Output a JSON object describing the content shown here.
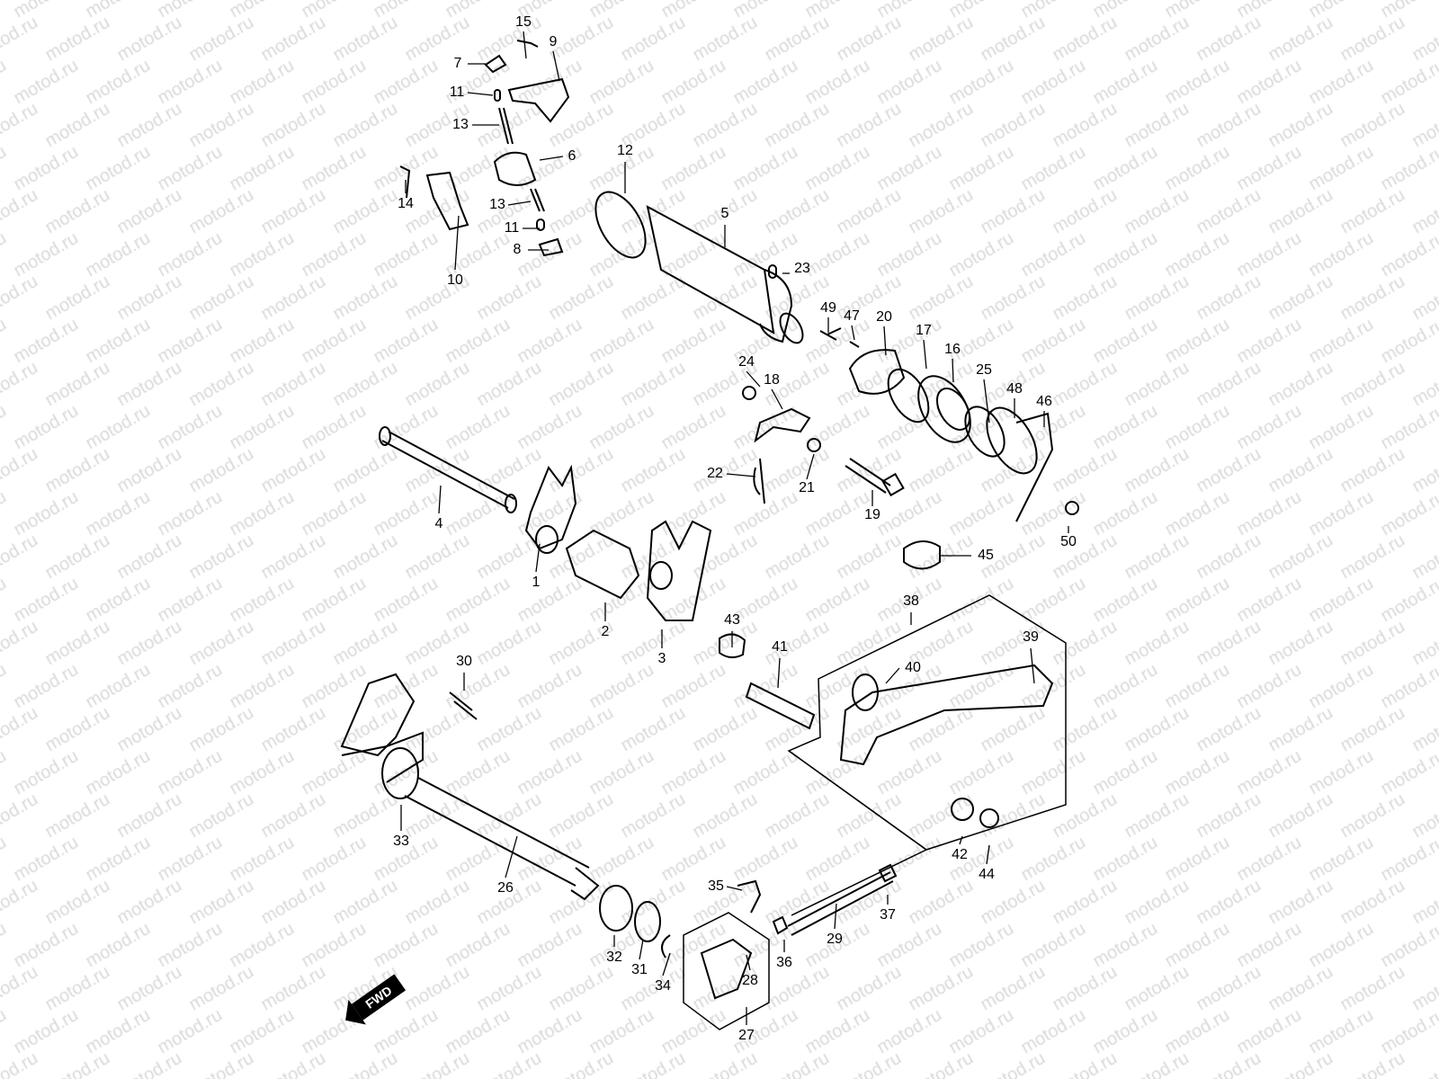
{
  "watermark": "motod.ru",
  "direction_marker": "FWD",
  "callouts": [
    "15",
    "9",
    "7",
    "11",
    "13",
    "6",
    "12",
    "5",
    "14",
    "13",
    "11",
    "8",
    "10",
    "23",
    "49",
    "47",
    "20",
    "17",
    "16",
    "25",
    "48",
    "46",
    "24",
    "18",
    "22",
    "21",
    "19",
    "50",
    "4",
    "1",
    "2",
    "3",
    "45",
    "38",
    "43",
    "41",
    "39",
    "40",
    "30",
    "33",
    "26",
    "35",
    "29",
    "37",
    "42",
    "44",
    "32",
    "31",
    "34",
    "28",
    "36",
    "27"
  ]
}
